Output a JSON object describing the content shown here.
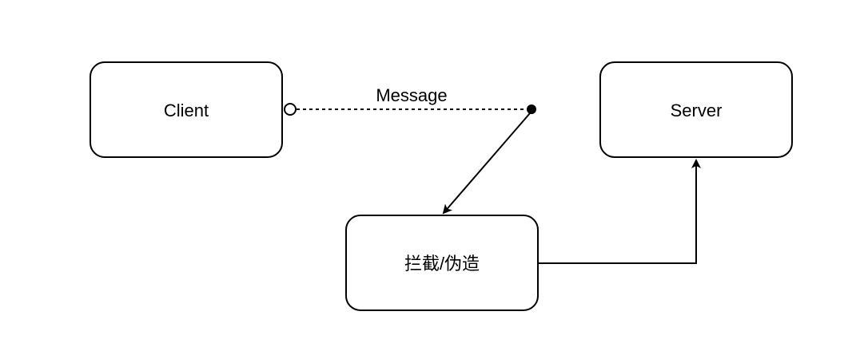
{
  "nodes": {
    "client": {
      "label": "Client"
    },
    "server": {
      "label": "Server"
    },
    "interceptor": {
      "label": "拦截/伪造"
    }
  },
  "edges": {
    "message": {
      "label": "Message",
      "style": "dashed"
    },
    "intercept": {
      "style": "solid"
    },
    "forward": {
      "style": "solid"
    }
  },
  "colors": {
    "stroke": "#000000",
    "fill": "#ffffff"
  }
}
